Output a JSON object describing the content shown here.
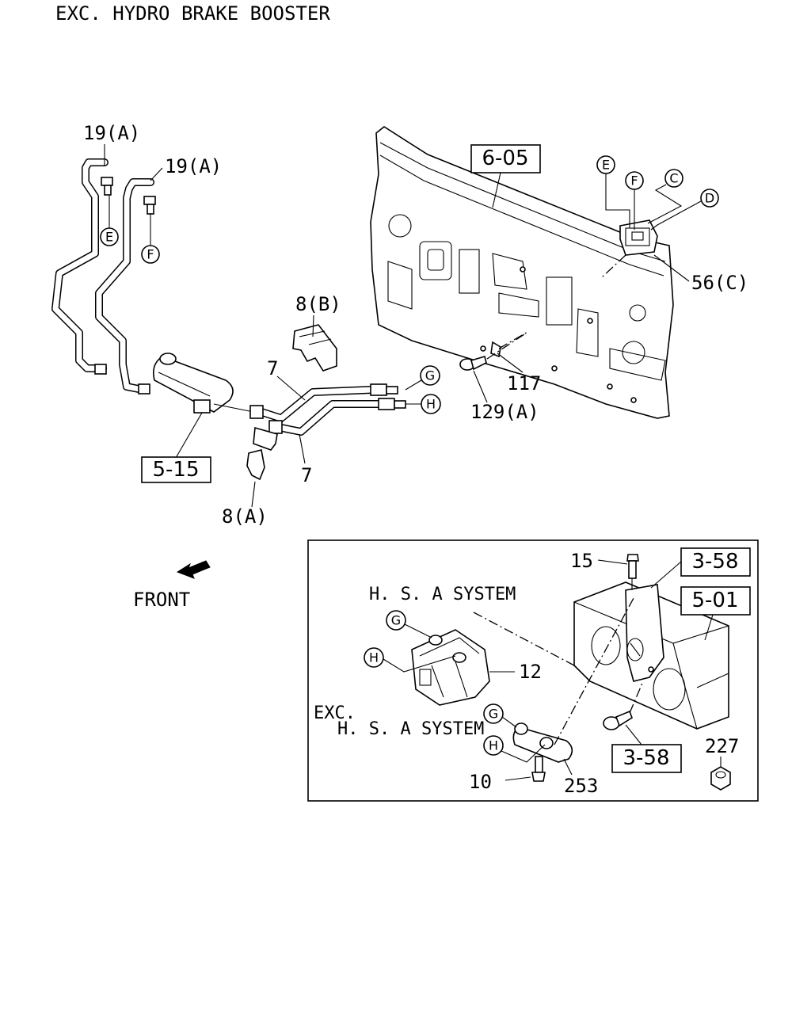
{
  "title": "EXC. HYDRO BRAKE BOOSTER",
  "front_label": "FRONT",
  "callouts": {
    "p19a_1": "19(A)",
    "p19a_2": "19(A)",
    "p8b": "8(B)",
    "p7_top": "7",
    "p7_bot": "7",
    "p8a": "8(A)",
    "p117": "117",
    "p129a": "129(A)",
    "p56c": "56(C)",
    "p15": "15",
    "p12": "12",
    "p10": "10",
    "p253": "253",
    "p227": "227"
  },
  "ref_boxes": {
    "r605": "6-05",
    "r515": "5-15",
    "r358_top": "3-58",
    "r501": "5-01",
    "r358_bot": "3-58"
  },
  "markers": {
    "E": "E",
    "F": "F",
    "C": "C",
    "D": "D",
    "G": "G",
    "H": "H"
  },
  "inset": {
    "hsa_label": "H. S. A SYSTEM",
    "exc_label": "EXC.",
    "exc_hsa_label": "H. S. A SYSTEM"
  },
  "colors": {
    "line": "#000000",
    "background": "#ffffff"
  }
}
